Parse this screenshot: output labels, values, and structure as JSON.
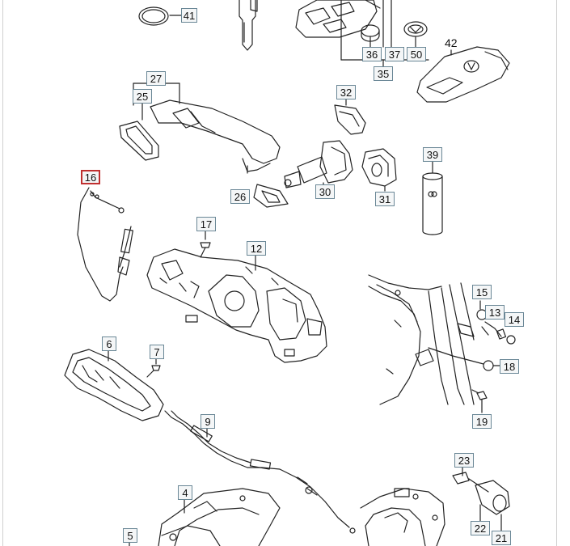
{
  "diagram": {
    "callouts": [
      {
        "id": "c41",
        "label": "41"
      },
      {
        "id": "c36",
        "label": "36"
      },
      {
        "id": "c37",
        "label": "37"
      },
      {
        "id": "c50",
        "label": "50"
      },
      {
        "id": "c35",
        "label": "35"
      },
      {
        "id": "c42",
        "label": "42"
      },
      {
        "id": "c27",
        "label": "27"
      },
      {
        "id": "c25",
        "label": "25"
      },
      {
        "id": "c32",
        "label": "32"
      },
      {
        "id": "c39",
        "label": "39"
      },
      {
        "id": "c16",
        "label": "16",
        "selected": true
      },
      {
        "id": "c26",
        "label": "26"
      },
      {
        "id": "c30",
        "label": "30"
      },
      {
        "id": "c31",
        "label": "31"
      },
      {
        "id": "c17",
        "label": "17"
      },
      {
        "id": "c12",
        "label": "12"
      },
      {
        "id": "c15",
        "label": "15"
      },
      {
        "id": "c13",
        "label": "13"
      },
      {
        "id": "c14",
        "label": "14"
      },
      {
        "id": "c18",
        "label": "18"
      },
      {
        "id": "c19",
        "label": "19"
      },
      {
        "id": "c6",
        "label": "6"
      },
      {
        "id": "c7",
        "label": "7"
      },
      {
        "id": "c9",
        "label": "9"
      },
      {
        "id": "c23",
        "label": "23"
      },
      {
        "id": "c4",
        "label": "4"
      },
      {
        "id": "c5",
        "label": "5"
      },
      {
        "id": "c22",
        "label": "22"
      },
      {
        "id": "c21",
        "label": "21"
      }
    ],
    "colors": {
      "line": "#222222",
      "callout_border": "#6a8796",
      "callout_fill": "#f4f6f7",
      "selected_border": "#c03030"
    }
  }
}
